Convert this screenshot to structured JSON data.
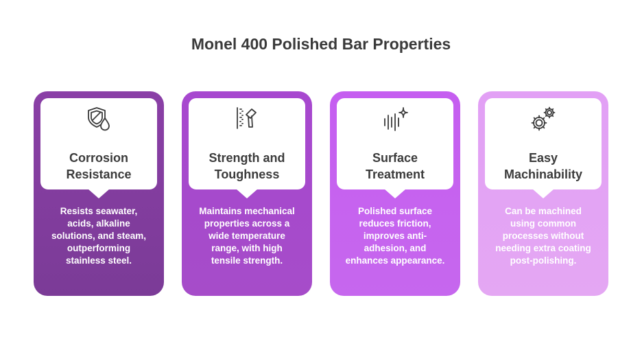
{
  "title": "Monel 400 Polished Bar Properties",
  "cards": [
    {
      "icon": "shield-droplet-icon",
      "heading": "Corrosion\nResistance",
      "description": "Resists seawater, acids, alkaline solutions, and steam, outperforming stainless steel.",
      "color": "#833d9f"
    },
    {
      "icon": "hammer-icon",
      "heading": "Strength and\nToughness",
      "description": "Maintains mechanical properties across a wide temperature range, with high tensile strength.",
      "color": "#a74acc"
    },
    {
      "icon": "sparkle-icon",
      "heading": "Surface\nTreatment",
      "description": "Polished surface reduces friction, improves anti-adhesion, and enhances appearance.",
      "color": "#c562ef"
    },
    {
      "icon": "gears-icon",
      "heading": "Easy\nMachinability",
      "description": "Can be machined using common processes without needing extra coating post-polishing.",
      "color": "#e3a3f4"
    }
  ]
}
